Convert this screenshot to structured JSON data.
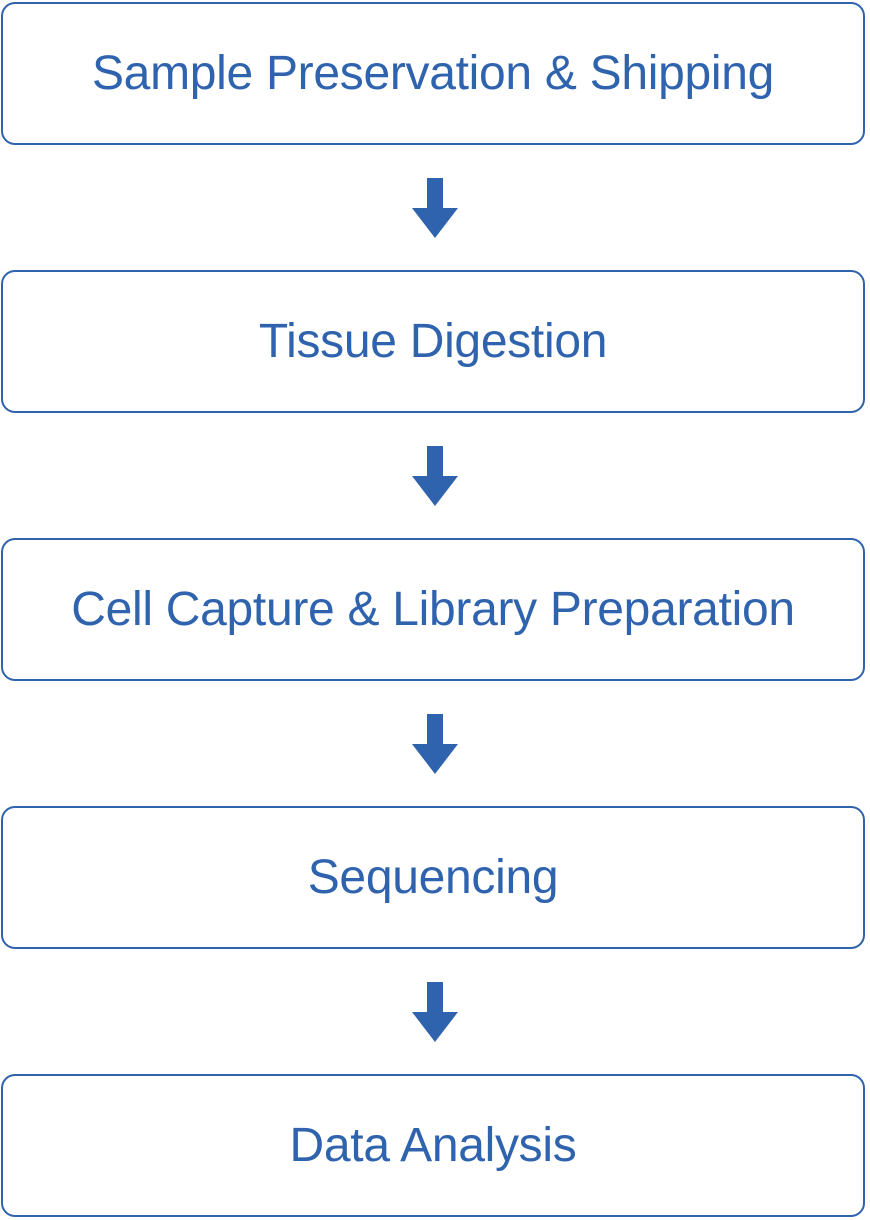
{
  "diagram": {
    "accent_color": "#2f63ae",
    "steps": [
      {
        "label": "Sample Preservation & Shipping"
      },
      {
        "label": "Tissue Digestion"
      },
      {
        "label": "Cell Capture & Library Preparation"
      },
      {
        "label": "Sequencing"
      },
      {
        "label": "Data Analysis"
      }
    ],
    "connector_icon": "down-arrow-icon"
  }
}
